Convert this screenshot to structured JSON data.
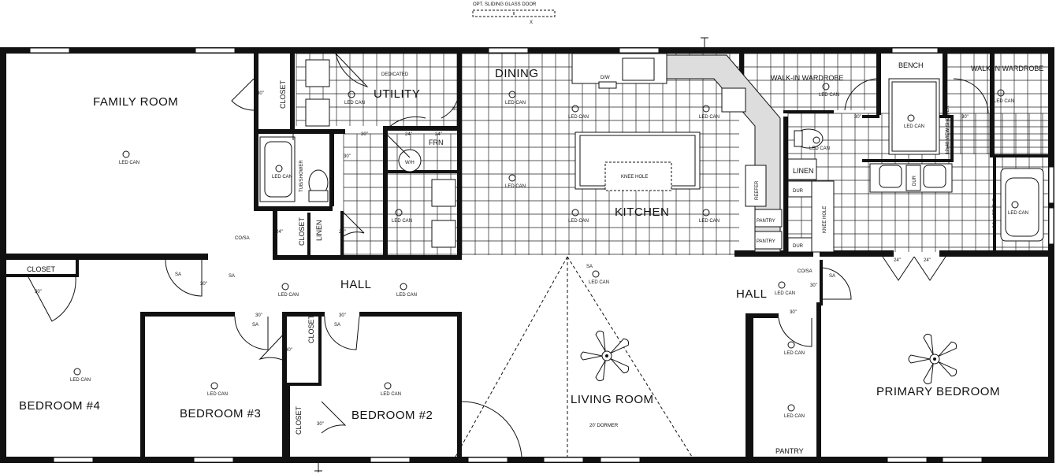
{
  "header": {
    "slider_label": "OPT. SLIDING GLASS DOOR",
    "slider_sub": "X"
  },
  "rooms": {
    "family": "FAMILY ROOM",
    "dining": "DINING",
    "kitchen": "KITCHEN",
    "utility": "UTILITY",
    "living": "LIVING ROOM",
    "dormer": "20' DORMER",
    "hall_left": "HALL",
    "hall_right": "HALL",
    "bed4": "BEDROOM #4",
    "bed3": "BEDROOM #3",
    "bed2": "BEDROOM #2",
    "primary": "PRIMARY BEDROOM",
    "walkin1": "WALK-IN WARDROBE",
    "walkin2": "WALK-IN WARDROBE",
    "bench": "BENCH"
  },
  "labels": {
    "closet": "CLOSET",
    "linen": "LINEN",
    "pantry": "PANTRY",
    "dedicated": "DEDICATED",
    "dw": "D/W",
    "frn": "FRN",
    "wh": "W/H",
    "knee_hole": "KNEE HOLE",
    "reefer": "REEFER",
    "dur": "DUR",
    "tub_shower": "TUB/SHOWER",
    "view_shower": "12x48 VIEW SHOWER",
    "soaker_tub": "SOAKER TUB",
    "led_can": "LED CAN",
    "sa": "SA",
    "co_sa": "CO/SA",
    "d30": "30\"",
    "d24": "24\""
  }
}
